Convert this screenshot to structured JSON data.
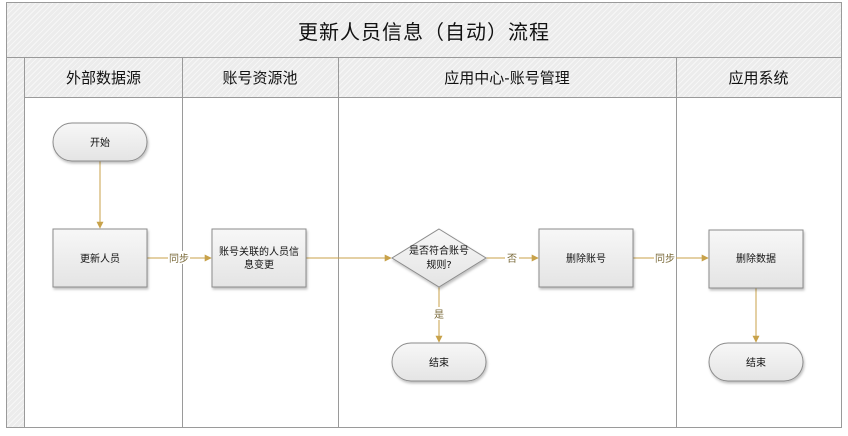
{
  "title": "更新人员信息（自动）流程",
  "lanes": [
    {
      "label": "外部数据源"
    },
    {
      "label": "账号资源池"
    },
    {
      "label": "应用中心-账号管理"
    },
    {
      "label": "应用系统"
    }
  ],
  "nodes": {
    "start": {
      "lines": [
        "开始"
      ]
    },
    "update_person": {
      "lines": [
        "更新人员"
      ]
    },
    "account_change": {
      "lines": [
        "账号关联的人员信",
        "息变更"
      ]
    },
    "decision": {
      "lines": [
        "是否符合账号",
        "规则?"
      ]
    },
    "delete_account": {
      "lines": [
        "删除账号"
      ]
    },
    "delete_data": {
      "lines": [
        "删除数据"
      ]
    },
    "end_center": {
      "lines": [
        "结束"
      ]
    },
    "end_app": {
      "lines": [
        "结束"
      ]
    }
  },
  "edge_labels": {
    "sync_1": "同步",
    "no": "否",
    "sync_2": "同步",
    "yes": "是"
  },
  "colors": {
    "connector": "#c8a24a",
    "node_fill_top": "#f7f7f7",
    "node_fill_bottom": "#e4e4e4",
    "node_stroke": "#8c8c8c",
    "border": "#9a9a9a"
  }
}
